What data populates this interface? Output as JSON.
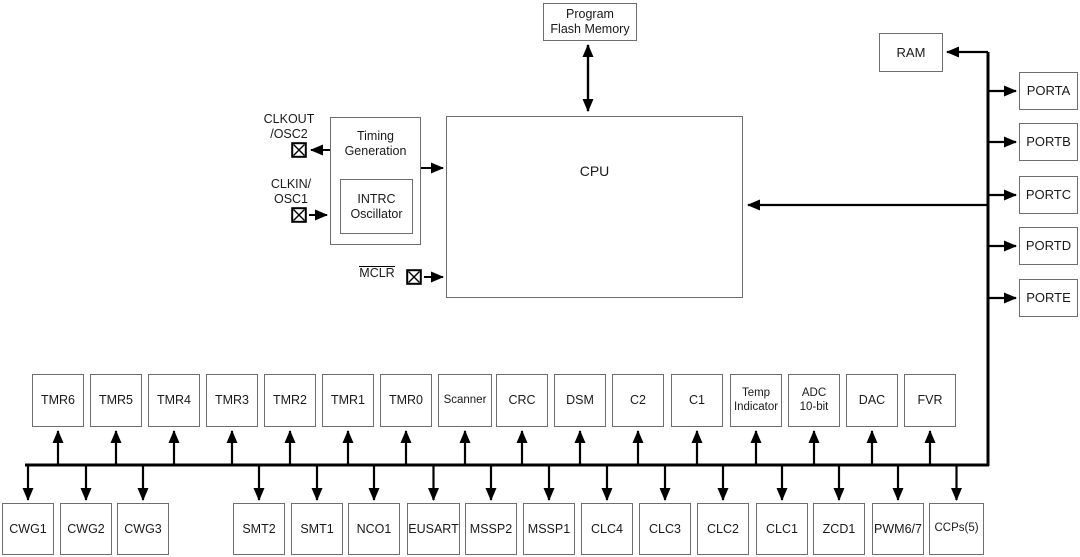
{
  "diagram": {
    "blocks": {
      "program_flash": {
        "lines": [
          "Program",
          "Flash Memory"
        ]
      },
      "cpu": {
        "label": "CPU"
      },
      "ram": {
        "label": "RAM"
      },
      "timing_generation": {
        "lines": [
          "Timing",
          "Generation"
        ]
      },
      "intrc_oscillator": {
        "lines": [
          "INTRC",
          "Oscillator"
        ]
      }
    },
    "pins": {
      "clkout": {
        "lines": [
          "CLKOUT",
          "/OSC2"
        ]
      },
      "clkin": {
        "lines": [
          "CLKIN/",
          "OSC1"
        ]
      },
      "mclr": {
        "label": "MCLR"
      }
    },
    "ports": [
      "PORTA",
      "PORTB",
      "PORTC",
      "PORTD",
      "PORTE"
    ],
    "middle_row": [
      "TMR6",
      "TMR5",
      "TMR4",
      "TMR3",
      "TMR2",
      "TMR1",
      "TMR0",
      "Scanner",
      "CRC",
      "DSM",
      "C2",
      "C1",
      [
        "Temp",
        "Indicator"
      ],
      [
        "ADC",
        "10-bit"
      ],
      "DAC",
      "FVR"
    ],
    "bottom_row": [
      "CWG1",
      "CWG2",
      "CWG3",
      "SMT2",
      "SMT1",
      "NCO1",
      "EUSART",
      "MSSP2",
      "MSSP1",
      "CLC4",
      "CLC3",
      "CLC2",
      "CLC1",
      "ZCD1",
      "PWM6/7",
      "CCPs(5)"
    ],
    "colors": {
      "background": "#ffffff",
      "line": "#000000",
      "box_border": "#6e6e6e",
      "text": "#1a1a1a"
    }
  }
}
